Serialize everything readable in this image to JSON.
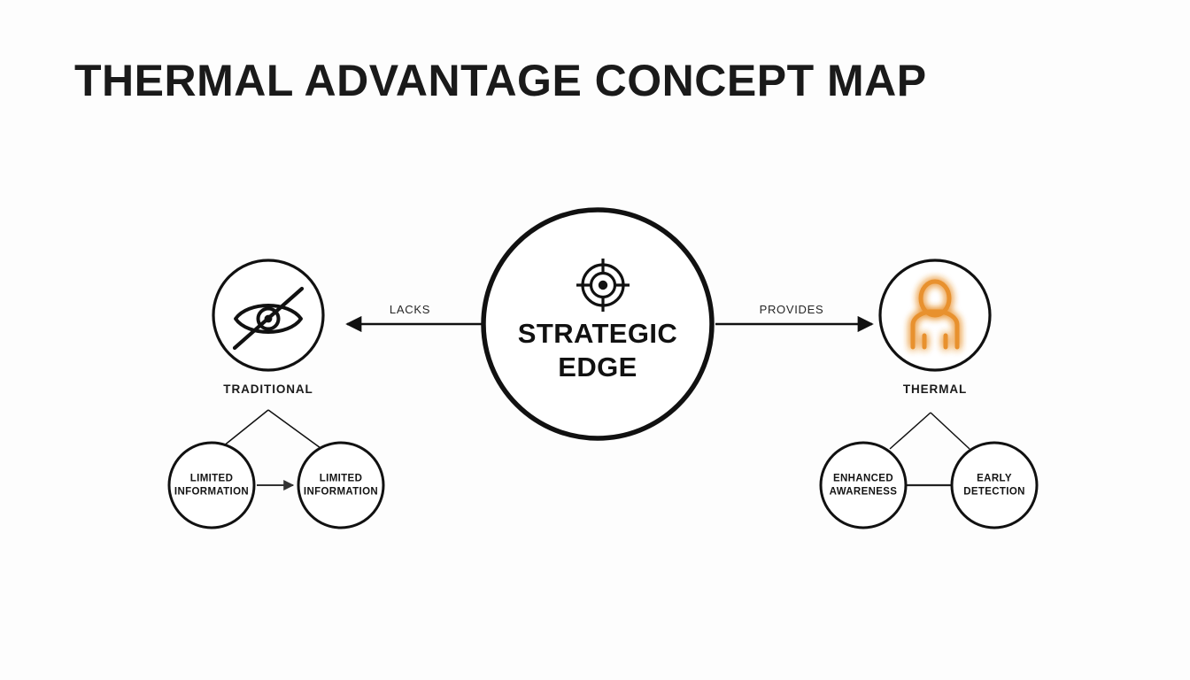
{
  "page": {
    "title": "THERMAL ADVANTAGE CONCEPT MAP",
    "background_color": "#fdfdfd",
    "ink_color": "#111111",
    "accent_color": "#e8912f"
  },
  "center_node": {
    "name": "strategic-edge",
    "line1": "STRATEGIC",
    "line2": "EDGE",
    "icon": "crosshair-target-icon"
  },
  "branches": [
    {
      "key": "traditional",
      "label": "TRADITIONAL",
      "icon": "eye-slash-icon",
      "edge_label": "LACKS",
      "edge_direction": "left",
      "children": [
        {
          "key": "limited-information-1",
          "line1": "LIMITED",
          "line2": "INFORMATION"
        },
        {
          "key": "limited-information-2",
          "line1": "LIMITED",
          "line2": "INFORMATION"
        }
      ],
      "child_link": "arrow"
    },
    {
      "key": "thermal",
      "label": "THERMAL",
      "icon": "person-thermal-icon",
      "edge_label": "PROVIDES",
      "edge_direction": "right",
      "children": [
        {
          "key": "enhanced-awareness",
          "line1": "ENHANCED",
          "line2": "AWARENESS"
        },
        {
          "key": "early-detection",
          "line1": "EARLY",
          "line2": "DETECTION"
        }
      ],
      "child_link": "line"
    }
  ]
}
